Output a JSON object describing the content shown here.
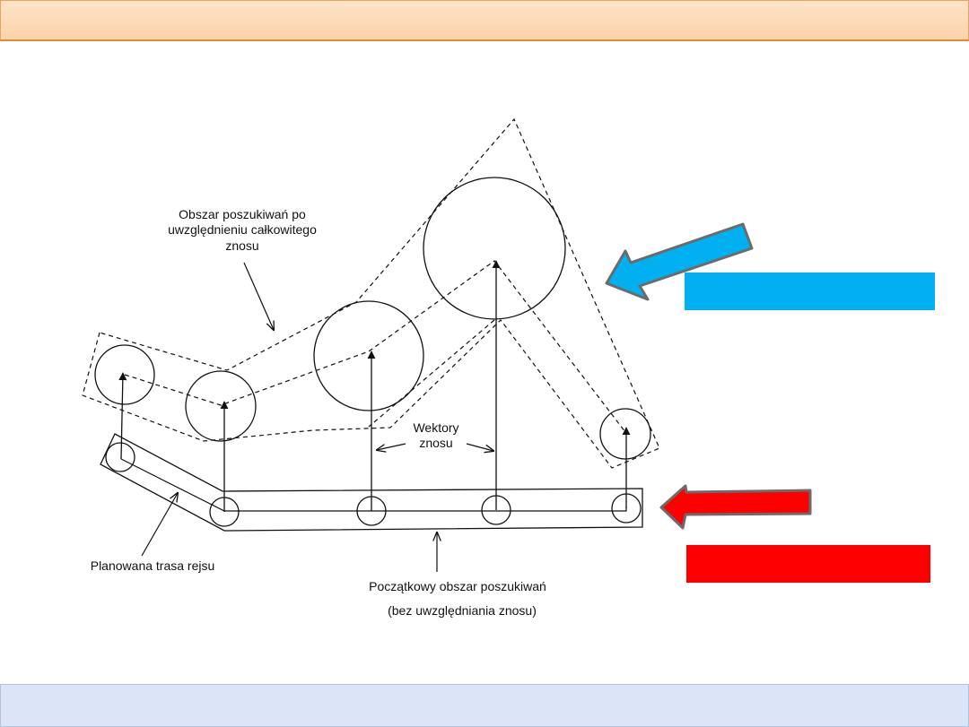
{
  "labels": {
    "search_area_after_drift_line1": "Obszar poszukiwań po",
    "search_area_after_drift_line2": "uwzględnieniu całkowitego",
    "search_area_after_drift_line3": "znosu",
    "drift_vectors_line1": "Wektory",
    "drift_vectors_line2": "znosu",
    "planned_route": "Planowana trasa rejsu",
    "initial_area_line1": "Początkowy obszar poszukiwań",
    "initial_area_line2": "(bez uwzględniania znosu)"
  },
  "colors": {
    "blue_accent": "#00b0f0",
    "red_accent": "#ff0000",
    "top_bar": "#fbd7b0",
    "bottom_bar": "#dbe5f7"
  }
}
